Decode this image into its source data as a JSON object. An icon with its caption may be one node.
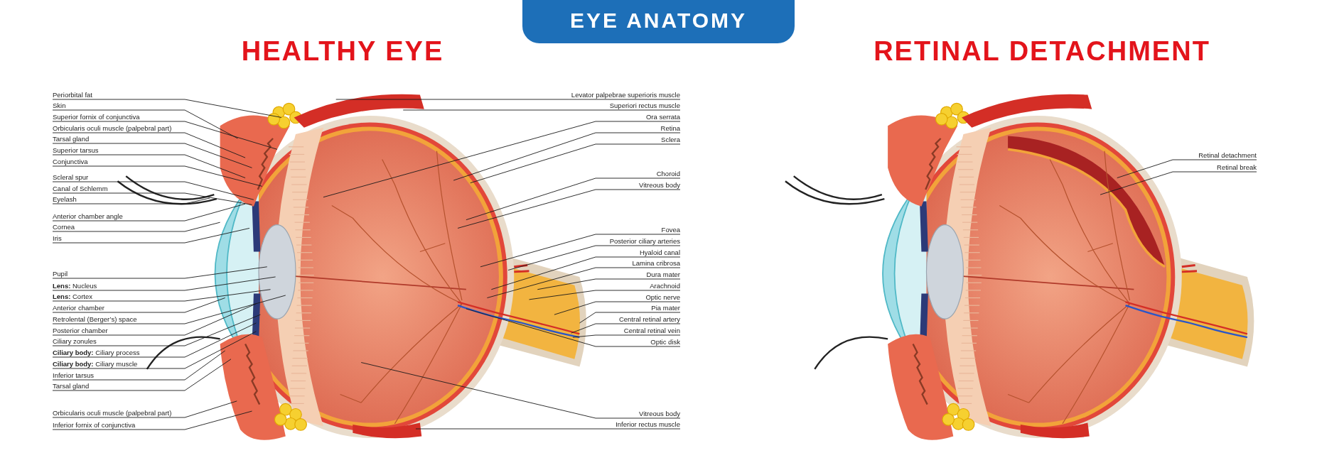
{
  "diagram": {
    "title": "EYE ANATOMY",
    "nodes": [
      {
        "text": [
          "Periorbital fat"
        ]
      },
      {
        "text": [
          "Skin"
        ]
      },
      {
        "text": [
          "Superior fornix of conjunctiva"
        ]
      },
      {
        "text": [
          "Orbicularis oculi muscle (palpebral part)"
        ]
      },
      {
        "text": [
          "Tarsal gland"
        ]
      },
      {
        "text": [
          "Superior tarsus"
        ]
      },
      {
        "text": [
          "Conjunctiva"
        ]
      },
      {
        "text": [
          "Scleral spur"
        ]
      },
      {
        "text": [
          "Canal of Schlemm"
        ]
      },
      {
        "text": [
          "Eyelash"
        ]
      },
      {
        "text": [
          "Anterior chamber angle"
        ]
      },
      {
        "text": [
          "Cornea"
        ]
      },
      {
        "text": [
          "Iris"
        ]
      },
      {
        "text": [
          "Pupil"
        ]
      },
      {
        "text": [
          "**Lens:**  Nucleus"
        ]
      },
      {
        "text": [
          "**Lens:**  Cortex"
        ]
      },
      {
        "text": [
          "Anterior chamber"
        ]
      },
      {
        "text": [
          "Retrolental (Berger’s) space"
        ]
      },
      {
        "text": [
          "Posterior chamber"
        ]
      },
      {
        "text": [
          "Ciliary zonules"
        ]
      },
      {
        "text": [
          "**Ciliary body:**  Ciliary process"
        ]
      },
      {
        "text": [
          "**Ciliary body:**  Ciliary muscle"
        ]
      },
      {
        "text": [
          "Inferior tarsus"
        ]
      },
      {
        "text": [
          "Tarsal gland"
        ]
      },
      {
        "text": [
          "Orbicularis oculi muscle (palpebral part)"
        ]
      },
      {
        "text": [
          "Inferior fornix of conjunctiva"
        ]
      },
      {
        "text": [
          "Levator palpebrae superioris muscle"
        ]
      },
      {
        "text": [
          "Superiori rectus muscle"
        ]
      },
      {
        "text": [
          "Ora serrata"
        ]
      },
      {
        "text": [
          "Retina"
        ]
      },
      {
        "text": [
          "Sclera"
        ]
      },
      {
        "text": [
          "Choroid"
        ]
      },
      {
        "text": [
          "Vitreous body"
        ]
      },
      {
        "text": [
          "Fovea"
        ]
      },
      {
        "text": [
          "Posterior ciliary arteries"
        ]
      },
      {
        "text": [
          "Hyaloid canal"
        ]
      },
      {
        "text": [
          "Lamina cribrosa"
        ]
      },
      {
        "text": [
          "Dura mater"
        ]
      },
      {
        "text": [
          "Arachnoid"
        ]
      },
      {
        "text": [
          "Optic nerve"
        ]
      },
      {
        "text": [
          "Pia mater"
        ]
      },
      {
        "text": [
          "Central retinal artery"
        ]
      },
      {
        "text": [
          "Central retinal vein"
        ]
      },
      {
        "text": [
          "Optic disk"
        ]
      },
      {
        "text": [
          "Vitreous body"
        ]
      },
      {
        "text": [
          "Inferior rectus muscle"
        ]
      },
      {
        "text": [
          "Retinal detachment"
        ]
      },
      {
        "text": [
          "Retinal break"
        ]
      }
    ],
    "edges": [
      {
        "from": 0,
        "to": null,
        "arrow": "none"
      },
      {
        "from": 1,
        "to": null,
        "arrow": "none"
      },
      {
        "from": 2,
        "to": null,
        "arrow": "none"
      },
      {
        "from": 3,
        "to": null,
        "arrow": "none"
      },
      {
        "from": 4,
        "to": null,
        "arrow": "none"
      },
      {
        "from": 5,
        "to": null,
        "arrow": "none"
      },
      {
        "from": 6,
        "to": null,
        "arrow": "none"
      },
      {
        "from": 7,
        "to": null,
        "arrow": "none"
      },
      {
        "from": 8,
        "to": null,
        "arrow": "none"
      },
      {
        "from": 9,
        "to": null,
        "arrow": "none"
      },
      {
        "from": 10,
        "to": null,
        "arrow": "none"
      },
      {
        "from": 11,
        "to": null,
        "arrow": "none"
      },
      {
        "from": 12,
        "to": null,
        "arrow": "none"
      },
      {
        "from": 13,
        "to": null,
        "arrow": "none"
      },
      {
        "from": 14,
        "to": null,
        "arrow": "none"
      },
      {
        "from": 15,
        "to": null,
        "arrow": "none"
      },
      {
        "from": 16,
        "to": null,
        "arrow": "none"
      },
      {
        "from": 17,
        "to": null,
        "arrow": "none"
      },
      {
        "from": 18,
        "to": null,
        "arrow": "none"
      },
      {
        "from": 19,
        "to": null,
        "arrow": "none"
      },
      {
        "from": 20,
        "to": null,
        "arrow": "none"
      },
      {
        "from": 21,
        "to": null,
        "arrow": "none"
      },
      {
        "from": 22,
        "to": null,
        "arrow": "none"
      },
      {
        "from": 23,
        "to": null,
        "arrow": "none"
      },
      {
        "from": 24,
        "to": null,
        "arrow": "none"
      },
      {
        "from": 25,
        "to": null,
        "arrow": "none"
      },
      {
        "from": 26,
        "to": null,
        "arrow": "none"
      },
      {
        "from": 27,
        "to": null,
        "arrow": "none"
      },
      {
        "from": 28,
        "to": null,
        "arrow": "none"
      },
      {
        "from": 29,
        "to": null,
        "arrow": "none"
      },
      {
        "from": 30,
        "to": null,
        "arrow": "none"
      },
      {
        "from": 31,
        "to": null,
        "arrow": "none"
      },
      {
        "from": 32,
        "to": null,
        "arrow": "none"
      },
      {
        "from": 33,
        "to": null,
        "arrow": "none"
      },
      {
        "from": 34,
        "to": null,
        "arrow": "none"
      },
      {
        "from": 35,
        "to": null,
        "arrow": "none"
      },
      {
        "from": 36,
        "to": null,
        "arrow": "none"
      },
      {
        "from": 37,
        "to": null,
        "arrow": "none"
      },
      {
        "from": 38,
        "to": null,
        "arrow": "none"
      },
      {
        "from": 39,
        "to": null,
        "arrow": "none"
      },
      {
        "from": 40,
        "to": null,
        "arrow": "none"
      },
      {
        "from": 41,
        "to": null,
        "arrow": "none"
      },
      {
        "from": 42,
        "to": null,
        "arrow": "none"
      },
      {
        "from": 43,
        "to": null,
        "arrow": "none"
      },
      {
        "from": 44,
        "to": null,
        "arrow": "none"
      },
      {
        "from": 45,
        "to": null,
        "arrow": "none"
      },
      {
        "from": 46,
        "to": null,
        "arrow": "none"
      },
      {
        "from": 47,
        "to": null,
        "arrow": "none"
      }
    ],
    "labels": [
      "HEALTHY EYE",
      "RETINAL DETACHMENT"
    ]
  }
}
